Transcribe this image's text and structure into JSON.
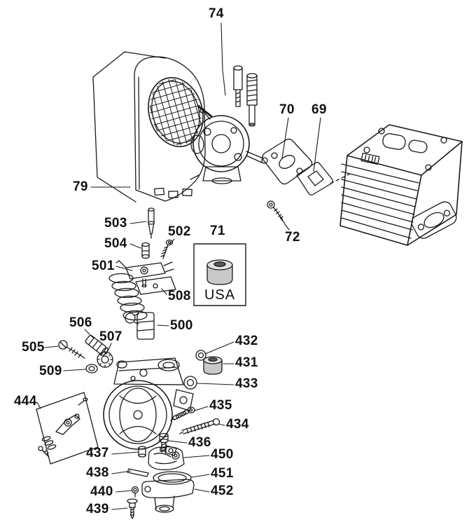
{
  "annotations": {
    "usa": "USA"
  },
  "colors": {
    "line": "#1a1a1a",
    "background": "#ffffff",
    "shade_body": "#c9c9c9",
    "shade_top": "#e2e2e2",
    "shade_hole": "#5a5a5a"
  },
  "parts": [
    {
      "label": "74"
    },
    {
      "label": "79"
    },
    {
      "label": "70"
    },
    {
      "label": "69"
    },
    {
      "label": "72"
    },
    {
      "label": "71"
    },
    {
      "label": "503"
    },
    {
      "label": "504"
    },
    {
      "label": "502"
    },
    {
      "label": "501"
    },
    {
      "label": "508"
    },
    {
      "label": "500"
    },
    {
      "label": "506"
    },
    {
      "label": "505"
    },
    {
      "label": "507"
    },
    {
      "label": "509"
    },
    {
      "label": "432"
    },
    {
      "label": "431"
    },
    {
      "label": "433"
    },
    {
      "label": "435"
    },
    {
      "label": "434"
    },
    {
      "label": "436"
    },
    {
      "label": "444"
    },
    {
      "label": "437"
    },
    {
      "label": "450"
    },
    {
      "label": "438"
    },
    {
      "label": "451"
    },
    {
      "label": "440"
    },
    {
      "label": "452"
    },
    {
      "label": "439"
    }
  ]
}
